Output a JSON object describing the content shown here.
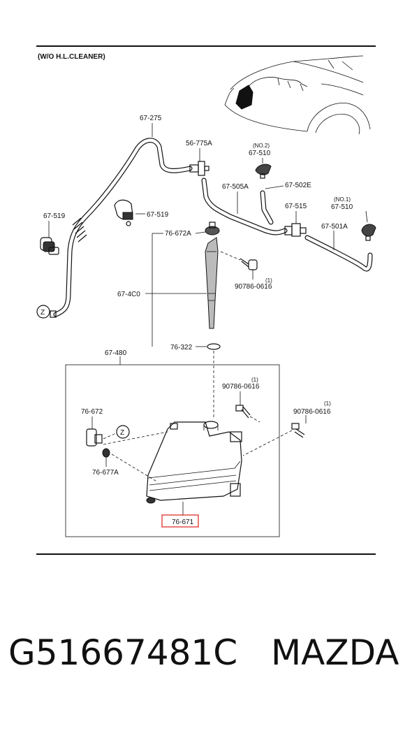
{
  "diagram": {
    "header": "(W/O H.L.CLEANER)",
    "labels": {
      "p67_275": "67-275",
      "p56_775A": "56-775A",
      "p67_510_no2_note": "(NO.2)",
      "p67_510_no2": "67-510",
      "p67_519_left": "67-519",
      "p67_519_mid": "67-519",
      "p67_505A": "67-505A",
      "p67_502E": "67-502E",
      "p67_515": "67-515",
      "p67_510_no1_note": "(NO.1)",
      "p67_510_no1": "67-510",
      "p67_501A": "67-501A",
      "p76_672A": "76-672A",
      "p90786_a": "90786-0616",
      "p90786_a_qty": "(1)",
      "p67_4C0": "67-4C0",
      "p76_322": "76-322",
      "p67_480": "67-480",
      "p90786_b": "90786-0616",
      "p90786_b_qty": "(1)",
      "p90786_c": "90786-0616",
      "p90786_c_qty": "(1)",
      "p76_672": "76-672",
      "p76_677A": "76-677A",
      "p76_671": "76-671",
      "ref_z_top": "Z",
      "ref_z_left": "Z"
    },
    "highlight_color": "#e0403a"
  },
  "caption": {
    "part_number": "G51667481C",
    "brand": "MAZDA"
  }
}
